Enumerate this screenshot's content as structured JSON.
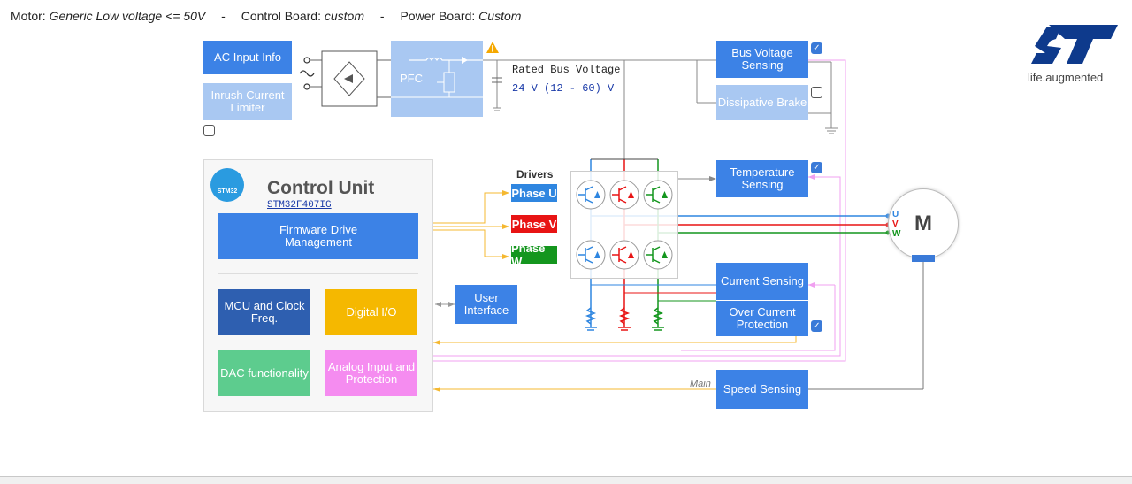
{
  "header": {
    "motor_label": "Motor:",
    "motor_value": "Generic Low voltage <= 50V",
    "control_label": "Control Board:",
    "control_value": "custom",
    "power_label": "Power Board:",
    "power_value": "Custom",
    "separator": "-"
  },
  "logo": {
    "tagline": "life.augmented"
  },
  "blocks": {
    "ac_input": "AC Input Info",
    "inrush": "Inrush Current Limiter",
    "pfc": "PFC",
    "bus_voltage": "Bus Voltage Sensing",
    "dissipative_brake": "Dissipative Brake",
    "temperature": "Temperature Sensing",
    "current_sensing": "Current Sensing",
    "over_current": "Over Current Protection",
    "speed_sensing": "Speed Sensing",
    "user_interface": "User Interface"
  },
  "bus": {
    "title": "Rated Bus Voltage",
    "value": "24 V (12 - 60) V"
  },
  "drivers": {
    "title": "Drivers",
    "phase_u": "Phase U",
    "phase_v": "Phase V",
    "phase_w": "Phase W"
  },
  "control_unit": {
    "title": "Control Unit",
    "mcu_part": "STM32F407IG",
    "chip_label": "STM32",
    "firmware": "Firmware Drive Management",
    "mcu_clock": "MCU and Clock Freq.",
    "digital_io": "Digital I/O",
    "dac": "DAC functionality",
    "analog": "Analog Input and Protection"
  },
  "motor": {
    "label": "M",
    "u": "U",
    "v": "V",
    "w": "W"
  },
  "speed_line_label": "Main",
  "checkboxes": {
    "inrush": false,
    "bus_voltage": true,
    "dissipative_brake": false,
    "temperature": true,
    "over_current": true
  },
  "colors": {
    "block_blue": "#3c82e6",
    "block_light_blue": "#a9c8f2",
    "phase_u": "#2f86e0",
    "phase_v": "#e81414",
    "phase_w": "#14961e",
    "mcu_dark_blue": "#2e5fb0",
    "digital_io_yellow": "#f5b800",
    "dac_green": "#5dcc8e",
    "analog_pink": "#f58cf0",
    "feedback_orange": "#f5b830",
    "feedback_pink": "#f0a0f0",
    "warning": "#f5a800"
  }
}
